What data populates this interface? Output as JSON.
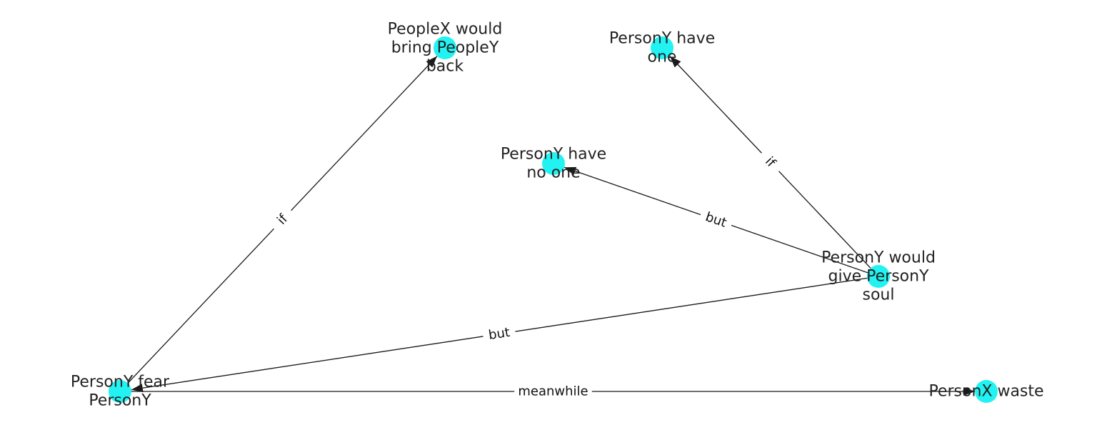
{
  "graph": {
    "node_color": "#22f2f2",
    "edge_color": "#1a1a1a",
    "nodes": [
      {
        "id": "peoplex_bring",
        "lines": [
          "PeopleX would",
          "bring PeopleY",
          "back"
        ]
      },
      {
        "id": "persony_have_one",
        "lines": [
          "PersonY have",
          "one"
        ]
      },
      {
        "id": "persony_have_no_one",
        "lines": [
          "PersonY have",
          "no one"
        ]
      },
      {
        "id": "persony_give_soul",
        "lines": [
          "PersonY would",
          "give PersonY",
          "soul"
        ]
      },
      {
        "id": "persony_fear",
        "lines": [
          "PersonY fear",
          "PersonY"
        ]
      },
      {
        "id": "personx_waste",
        "lines": [
          "PersonX waste"
        ]
      }
    ],
    "edges": [
      {
        "source": "persony_fear",
        "target": "peoplex_bring",
        "label": "if"
      },
      {
        "source": "persony_give_soul",
        "target": "persony_have_one",
        "label": "if"
      },
      {
        "source": "persony_give_soul",
        "target": "persony_have_no_one",
        "label": "but"
      },
      {
        "source": "persony_give_soul",
        "target": "persony_fear",
        "label": "but"
      },
      {
        "source": "persony_fear",
        "target": "personx_waste",
        "label": "meanwhile"
      }
    ]
  }
}
